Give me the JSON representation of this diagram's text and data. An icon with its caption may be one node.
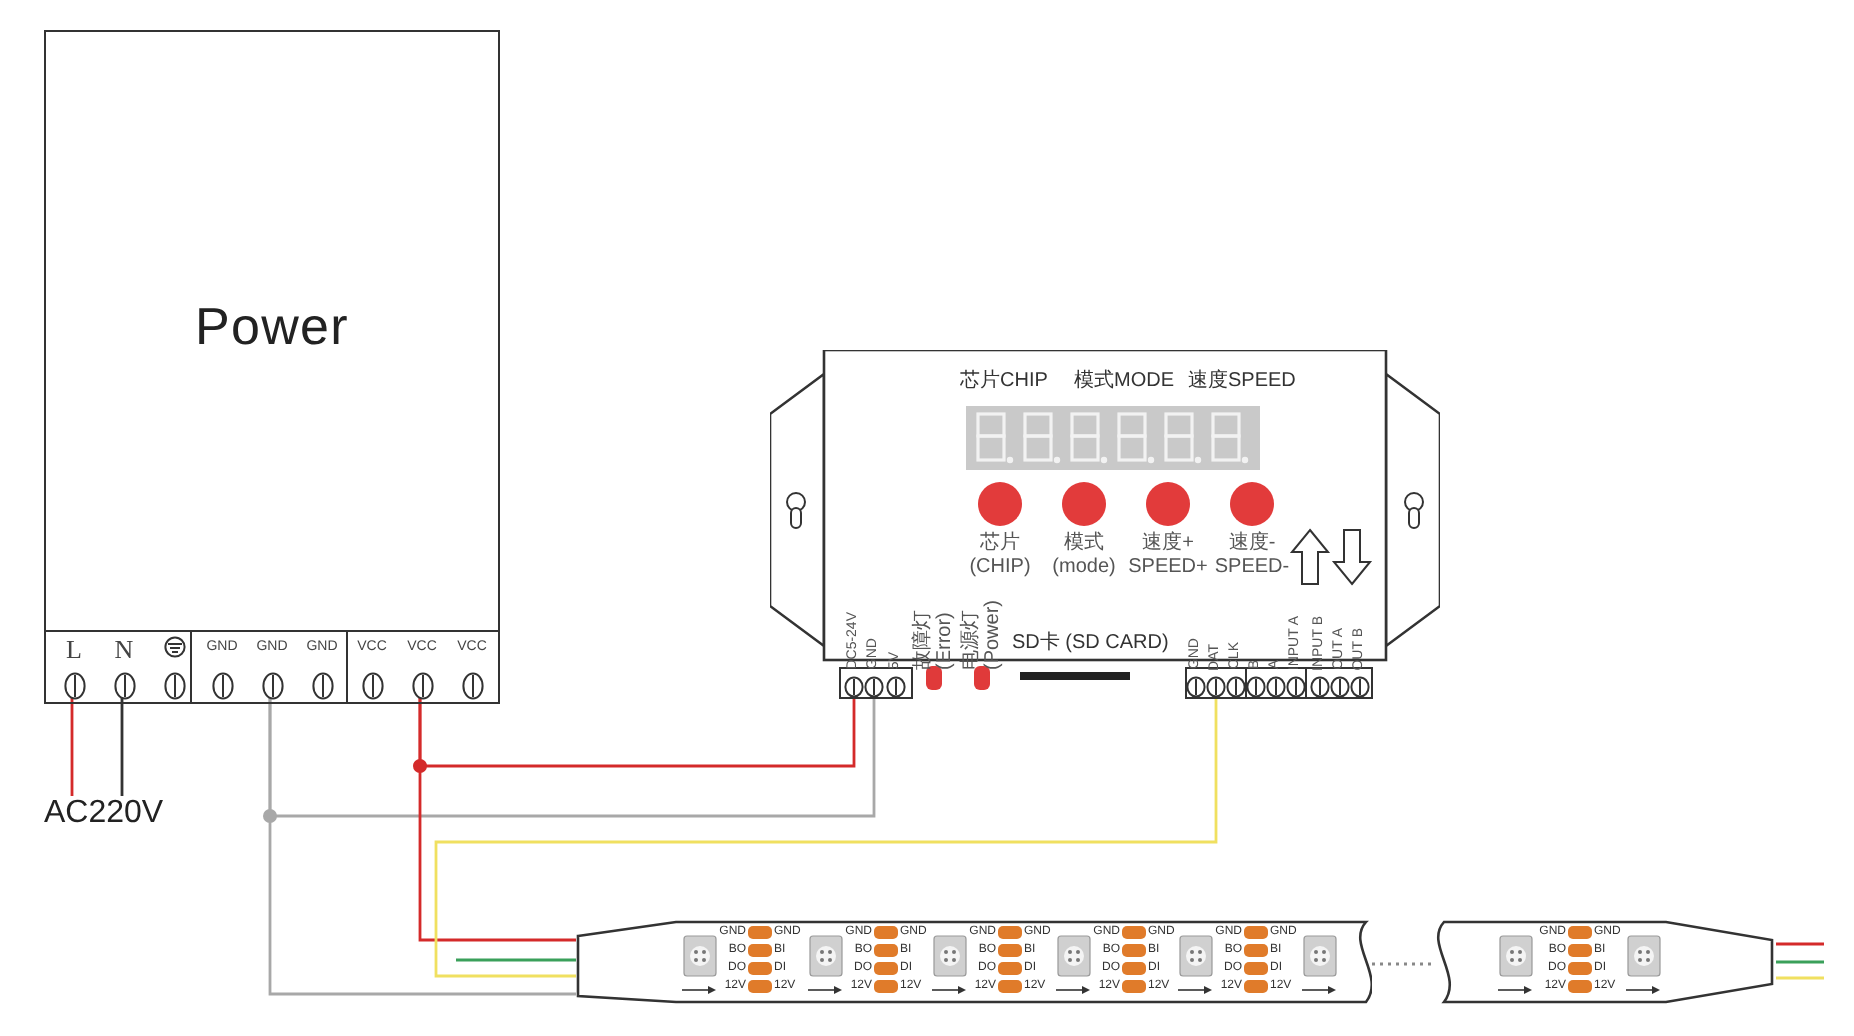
{
  "diagram": {
    "nodes": [
      {
        "text": [
          "Power"
        ]
      },
      {
        "text": [
          "L"
        ],
        "in": 0
      },
      {
        "text": [
          "N"
        ],
        "in": 0
      },
      {
        "text": [],
        "shape": "circle",
        "in": 0
      },
      {
        "text": [
          "GND"
        ],
        "in": 0
      },
      {
        "text": [
          "GND"
        ],
        "in": 0
      },
      {
        "text": [
          "GND"
        ],
        "in": 0
      },
      {
        "text": [
          "VCC"
        ],
        "in": 0
      },
      {
        "text": [
          "VCC"
        ],
        "in": 0
      },
      {
        "text": [
          "VCC"
        ],
        "in": 0
      },
      {
        "text": [
          "AC220V"
        ]
      },
      {
        "text": [],
        "shape": "box"
      },
      {
        "text": [],
        "shape": "circle",
        "in": 11,
        "beside": [
          "芯片 (CHIP)"
        ]
      },
      {
        "text": [],
        "shape": "circle",
        "in": 11,
        "beside": [
          "模式 (mode)"
        ]
      },
      {
        "text": [],
        "shape": "circle",
        "in": 11,
        "beside": [
          "速度+ SPEED+"
        ]
      },
      {
        "text": [],
        "shape": "circle",
        "in": 11,
        "beside": [
          "速度- SPEED-"
        ]
      },
      {
        "text": [
          "DC5-24V"
        ]
      },
      {
        "text": [
          "GND"
        ]
      },
      {
        "text": [
          "5V"
        ]
      },
      {
        "text": [
          "GND"
        ]
      },
      {
        "text": [
          "DAT"
        ]
      },
      {
        "text": [
          "CLK"
        ]
      },
      {
        "text": [
          "B"
        ]
      },
      {
        "text": [
          "A"
        ]
      },
      {
        "text": [
          "INPUT A"
        ]
      },
      {
        "text": [
          "INPUT B"
        ]
      },
      {
        "text": [
          "OUT A"
        ]
      },
      {
        "text": [
          "OUT B"
        ]
      },
      {
        "text": [],
        "shape": "bar"
      },
      {
        "text": [],
        "shape": "bar"
      }
    ],
    "edges": [
      {
        "from": 1,
        "to": 10,
        "arrow": "none",
        "color": "#d42a2a"
      },
      {
        "from": 2,
        "to": 10,
        "arrow": "none",
        "color": "#333333"
      },
      {
        "from": 8,
        "to": 16,
        "arrow": "none",
        "color": "#d42a2a"
      },
      {
        "from": 5,
        "to": 17,
        "arrow": "none",
        "color": "#a8a8a8"
      },
      {
        "from": 8,
        "to": 28,
        "arrow": "none",
        "color": "#d42a2a"
      },
      {
        "from": 5,
        "to": 28,
        "arrow": "none",
        "color": "#a8a8a8"
      },
      {
        "from": 20,
        "to": 28,
        "arrow": "none",
        "color": "#f0e060"
      },
      {
        "from": null,
        "to": 28,
        "arrow": "none",
        "color": "#3aa05a"
      },
      {
        "from": 28,
        "to": 29,
        "arrow": "none",
        "style": "dashed",
        "color": "#888888"
      },
      {
        "from": 29,
        "to": null,
        "arrow": "none",
        "color": "#d42a2a"
      },
      {
        "from": 29,
        "to": null,
        "arrow": "none",
        "color": "#3aa05a"
      },
      {
        "from": 29,
        "to": null,
        "arrow": "none",
        "color": "#f0e060"
      }
    ],
    "labels": [
      "芯片CHIP",
      "模式MODE",
      "速度SPEED",
      "故障灯 (Error)",
      "电源灯 (Power)",
      "SD卡 (SD CARD)",
      "GND",
      "BO",
      "DO",
      "12V",
      "GND",
      "BI",
      "DI",
      "12V",
      "GND",
      "BO",
      "DO",
      "12V",
      "GND",
      "BI",
      "DI",
      "12V",
      "GND",
      "BO",
      "DO",
      "12V",
      "GND",
      "BI",
      "DI",
      "12V",
      "GND",
      "BO",
      "DO",
      "12V",
      "GND",
      "BI",
      "DI",
      "12V",
      "GND",
      "BO",
      "DO",
      "12V",
      "GND",
      "BI",
      "DI",
      "12V",
      "GND",
      "BO",
      "DO",
      "12V",
      "GND",
      "BI",
      "DI",
      "12V"
    ]
  }
}
